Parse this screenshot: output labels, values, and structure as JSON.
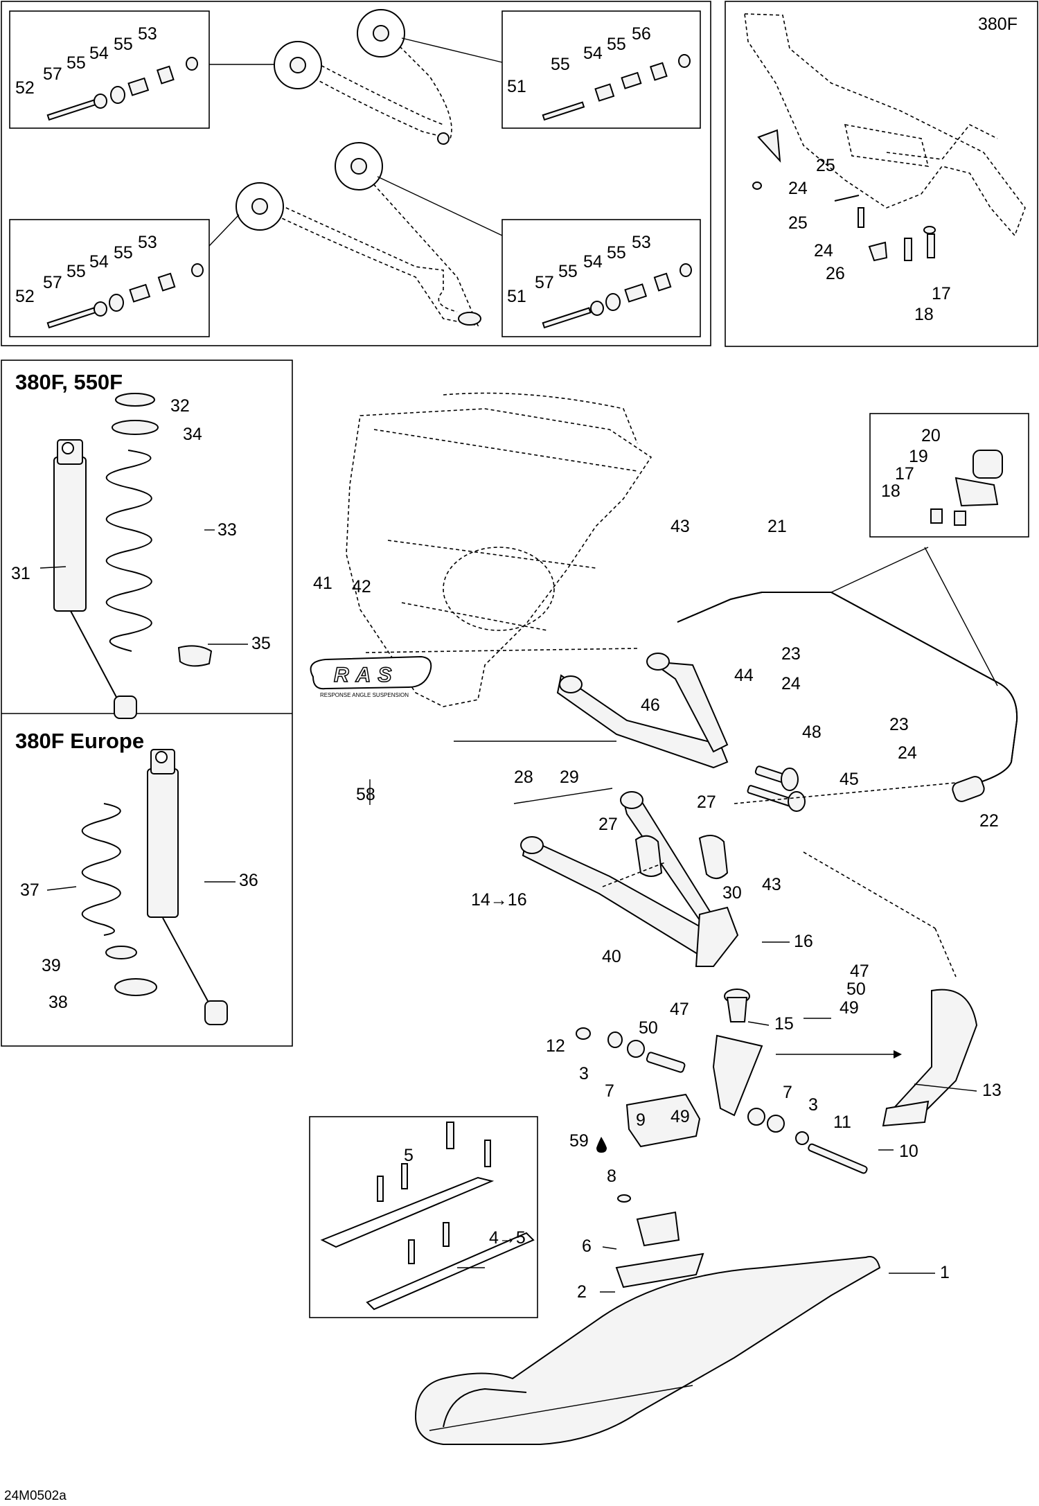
{
  "diagram_code": "24M0502a",
  "section_titles": {
    "top_right": "380F",
    "shock_380f_550f": "380F, 550F",
    "shock_380f_europe": "380F Europe"
  },
  "brand_logo": {
    "wordmark": "RAS",
    "tagline": "RESPONSE ANGLE SUSPENSION"
  },
  "callouts": {
    "box1": [
      "53",
      "54",
      "55",
      "55",
      "57",
      "52"
    ],
    "box2": [
      "56",
      "55",
      "54",
      "55",
      "51"
    ],
    "box3": [
      "53",
      "55",
      "54",
      "55",
      "57",
      "52"
    ],
    "box4": [
      "53",
      "55",
      "54",
      "55",
      "57",
      "51"
    ],
    "frame_380f": [
      "25",
      "24",
      "25",
      "24",
      "26",
      "17",
      "18"
    ],
    "shock_a": [
      "32",
      "34",
      "33",
      "31",
      "35"
    ],
    "shock_b": [
      "37",
      "36",
      "39",
      "38"
    ],
    "bracket": [
      "20",
      "19",
      "17",
      "18"
    ],
    "main": [
      "43",
      "21",
      "41",
      "42",
      "23",
      "24",
      "44",
      "46",
      "23",
      "24",
      "48",
      "58",
      "28",
      "29",
      "27",
      "27",
      "45",
      "22",
      "30",
      "14→16",
      "43",
      "40",
      "16",
      "47",
      "50",
      "49",
      "15",
      "12",
      "3",
      "7",
      "9",
      "47",
      "50",
      "49",
      "59",
      "13",
      "7",
      "3",
      "11",
      "10"
    ],
    "runners": [
      "5",
      "4→5"
    ],
    "ski": [
      "8",
      "6",
      "2",
      "1"
    ]
  }
}
